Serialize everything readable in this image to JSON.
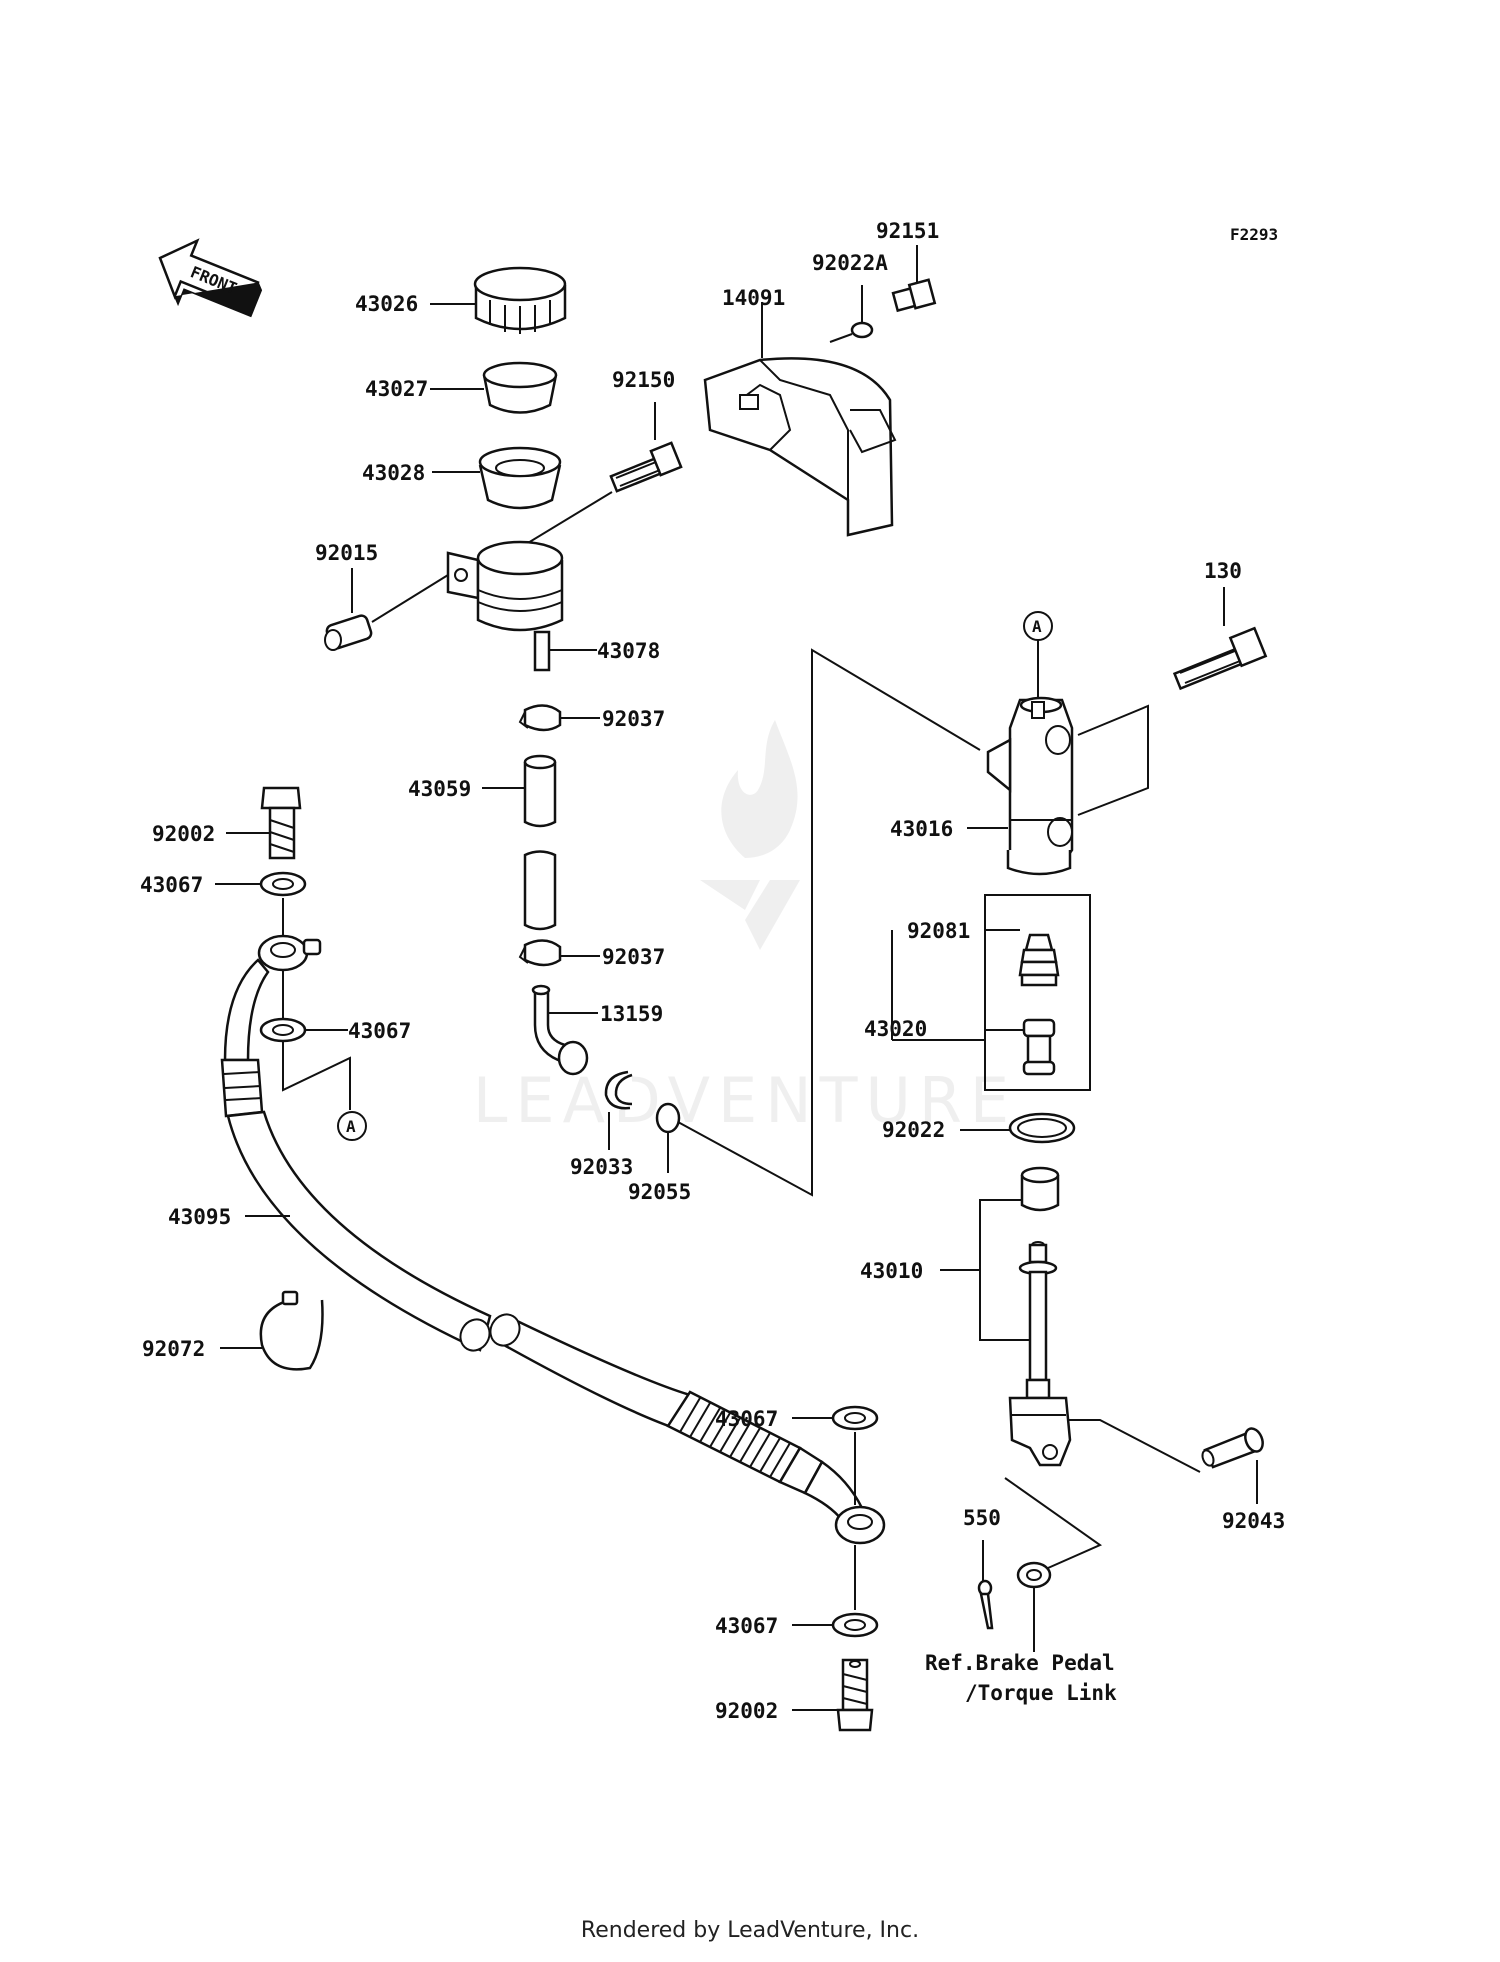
{
  "diagram": {
    "ref_code": "F2293",
    "front_label": "FRONT",
    "watermark_text": "LEADVENTURE",
    "note_line1": "Ref.Brake Pedal",
    "note_line2": "/Torque Link",
    "callout_a1": "A",
    "callout_a2": "A",
    "parts": {
      "p43026": "43026",
      "p43027": "43027",
      "p43028": "43028",
      "p92015": "92015",
      "p43078": "43078",
      "p92037a": "92037",
      "p43059": "43059",
      "p92037b": "92037",
      "p13159": "13159",
      "p92033": "92033",
      "p92055": "92055",
      "p92150": "92150",
      "p14091": "14091",
      "p92022A": "92022A",
      "p92151": "92151",
      "p130": "130",
      "p43016": "43016",
      "p92081": "92081",
      "p43020": "43020",
      "p92022": "92022",
      "p43010": "43010",
      "p92043": "92043",
      "p550": "550",
      "p92002a": "92002",
      "p43067a": "43067",
      "p43067b": "43067",
      "p43095": "43095",
      "p92072": "92072",
      "p43067c": "43067",
      "p43067d": "43067",
      "p92002b": "92002"
    }
  },
  "footer": {
    "text": "Rendered by LeadVenture, Inc."
  }
}
